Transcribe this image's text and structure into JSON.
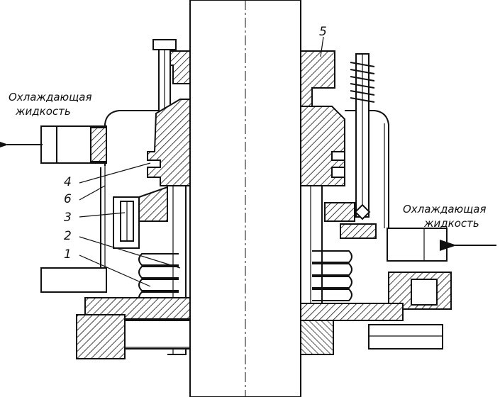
{
  "labels": {
    "coolant_left_line1": "Охлаждающая",
    "coolant_left_line2": "жидкость",
    "coolant_right_line1": "Охлаждающая",
    "coolant_right_line2": "жидкость",
    "n1": "1",
    "n2": "2",
    "n3": "3",
    "n4": "4",
    "n5": "5",
    "n6": "6"
  }
}
